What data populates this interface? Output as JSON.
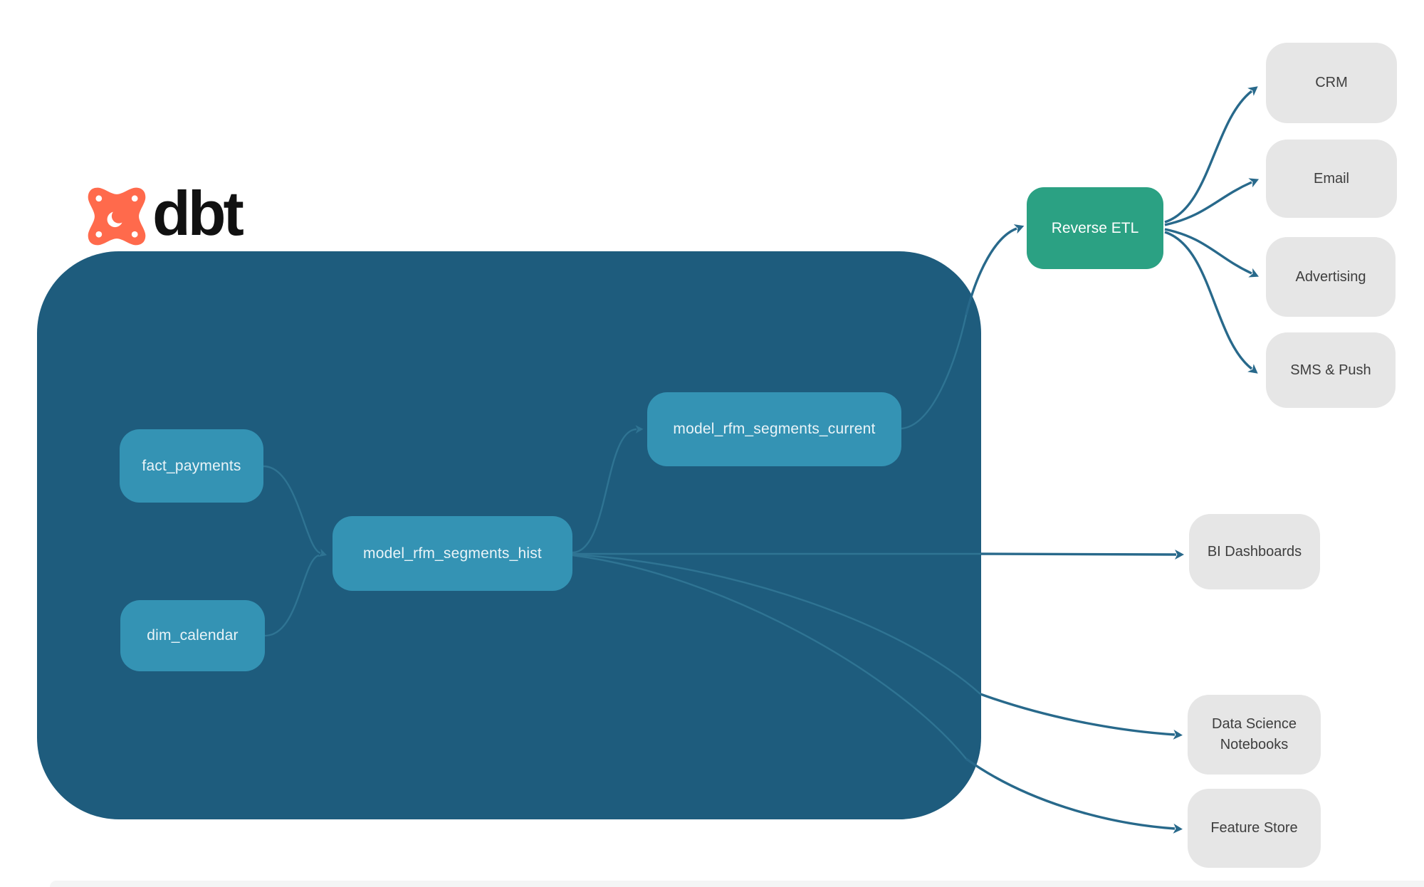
{
  "brand": {
    "name": "dbt",
    "logo_icon": "dbt-fox-mark"
  },
  "colors": {
    "container_bg": "#1E5C7D",
    "node_bg": "#3493B4",
    "node_text": "#EAF4F8",
    "reverse_etl_bg": "#2BA183",
    "reverse_etl_text": "#FFFFFF",
    "destination_bg": "#E6E6E6",
    "destination_text": "#3E3E3E",
    "edge_outside": "#28698B",
    "edge_inside": "#2F7493",
    "logo_orange": "#FF6A4C",
    "logo_text": "#111111"
  },
  "container": {
    "name": "dbt-models-container",
    "nodes": [
      {
        "id": "fact_payments",
        "label": "fact_payments"
      },
      {
        "id": "dim_calendar",
        "label": "dim_calendar"
      },
      {
        "id": "model_rfm_segments_hist",
        "label": "model_rfm_segments_hist"
      },
      {
        "id": "model_rfm_segments_current",
        "label": "model_rfm_segments_current"
      }
    ]
  },
  "activation": {
    "label": "Reverse ETL"
  },
  "destinations": [
    {
      "id": "crm",
      "label": "CRM"
    },
    {
      "id": "email",
      "label": "Email"
    },
    {
      "id": "advertising",
      "label": "Advertising"
    },
    {
      "id": "sms_push",
      "label": "SMS & Push"
    },
    {
      "id": "bi_dashboards",
      "label": "BI Dashboards"
    },
    {
      "id": "data_science_notebooks",
      "label": "Data Science Notebooks"
    },
    {
      "id": "feature_store",
      "label": "Feature Store"
    }
  ],
  "edges": [
    {
      "from": "fact_payments",
      "to": "model_rfm_segments_hist"
    },
    {
      "from": "dim_calendar",
      "to": "model_rfm_segments_hist"
    },
    {
      "from": "model_rfm_segments_hist",
      "to": "model_rfm_segments_current"
    },
    {
      "from": "model_rfm_segments_current",
      "to": "Reverse ETL"
    },
    {
      "from": "Reverse ETL",
      "to": "CRM"
    },
    {
      "from": "Reverse ETL",
      "to": "Email"
    },
    {
      "from": "Reverse ETL",
      "to": "Advertising"
    },
    {
      "from": "Reverse ETL",
      "to": "SMS & Push"
    },
    {
      "from": "model_rfm_segments_hist",
      "to": "BI Dashboards"
    },
    {
      "from": "model_rfm_segments_hist",
      "to": "Data Science Notebooks"
    },
    {
      "from": "model_rfm_segments_hist",
      "to": "Feature Store"
    }
  ]
}
